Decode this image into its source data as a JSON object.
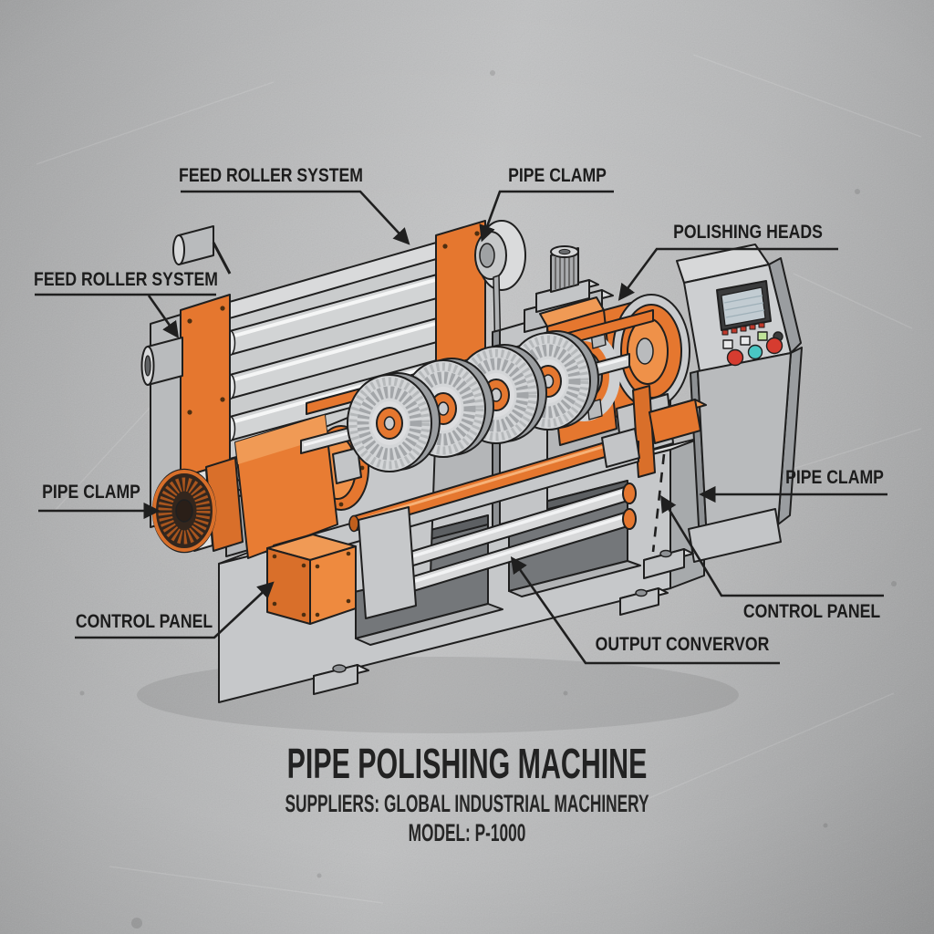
{
  "labels": {
    "feed_roller_top": "FEED ROLLER SYSTEM",
    "pipe_clamp_top": "PIPE CLAMP",
    "feed_roller_left": "FEED ROLLER SYSTEM",
    "polishing_heads": "POLISHING HEADS",
    "pipe_clamp_left": "PIPE CLAMP",
    "pipe_clamp_right": "PIPE CLAMP",
    "control_panel_left": "CONTROL PANEL",
    "control_panel_right": "CONTROL PANEL",
    "output_conveyor": "OUTPUT CONVERVOR"
  },
  "title_block": {
    "title": "PIPE POLISHING MACHINE",
    "supplier_line": "SUPPLIERS: GLOBAL INDUSTRIAL MACHINERY",
    "model_line": "MODEL: P-1000"
  },
  "colors": {
    "accent_orange": "#e5772f",
    "accent_orange_light": "#f09a55",
    "accent_orange_dark": "#c05f1d",
    "ink": "#1f1f1f",
    "steel_light": "#d4d6d8",
    "steel_mid": "#c3c5c7",
    "steel_dark": "#9a9da0",
    "background_gray": "#b0b1b2",
    "screen_face": "#c2ccd2",
    "button_red": "#d63c30",
    "button_teal": "#49c6c3",
    "button_green": "#bfe39a"
  }
}
